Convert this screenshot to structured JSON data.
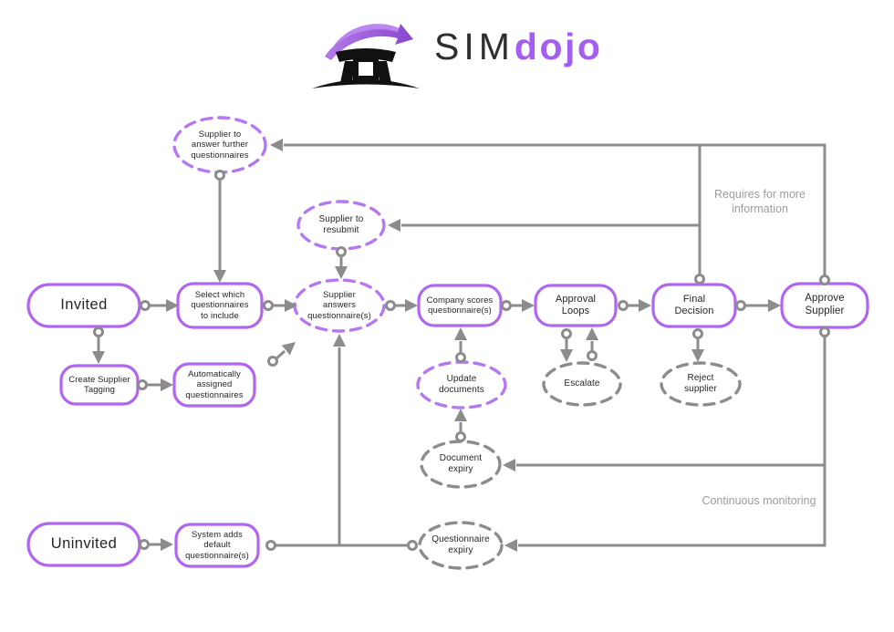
{
  "logo": {
    "brand_prefix": "SIM",
    "brand_suffix": "dojo",
    "icon": "dojo-gate-icon"
  },
  "colors": {
    "purple_solid": "#b066ee",
    "purple_dashed": "#b678f0",
    "gray_line": "#8c8c8c",
    "annotation_gray": "#9d9d9d",
    "brand_purple": "#a55ef2",
    "text": "#262626"
  },
  "nodes": {
    "supplier_further": {
      "label": "Supplier to\nanswer further\nquestionnaires"
    },
    "supplier_resubmit": {
      "label": "Supplier to\nresubmit"
    },
    "invited": {
      "label": "Invited"
    },
    "select_which": {
      "label": "Select which\nquestionnaires\nto include"
    },
    "supplier_answers": {
      "label": "Supplier\nanswers\nquestionnaire(s)"
    },
    "company_scores": {
      "label": "Company scores\nquestionnaire(s)"
    },
    "approval_loops": {
      "label": "Approval\nLoops"
    },
    "final_decision": {
      "label": "Final\nDecision"
    },
    "approve_supplier": {
      "label": "Approve\nSupplier"
    },
    "create_tagging": {
      "label": "Create Supplier\nTagging"
    },
    "auto_assigned": {
      "label": "Automatically\nassigned\nquestionnaires"
    },
    "update_documents": {
      "label": "Update\ndocuments"
    },
    "escalate": {
      "label": "Escalate"
    },
    "reject_supplier": {
      "label": "Reject\nsupplier"
    },
    "document_expiry": {
      "label": "Document\nexpiry"
    },
    "uninvited": {
      "label": "Uninvited"
    },
    "system_adds": {
      "label": "System adds\ndefault\nquestionnaire(s)"
    },
    "questionnaire_expiry": {
      "label": "Questionnaire\nexpiry"
    }
  },
  "annotations": {
    "requires_info": "Requires for more\ninformation",
    "continuous_monitoring": "Continuous\nmonitoring"
  }
}
